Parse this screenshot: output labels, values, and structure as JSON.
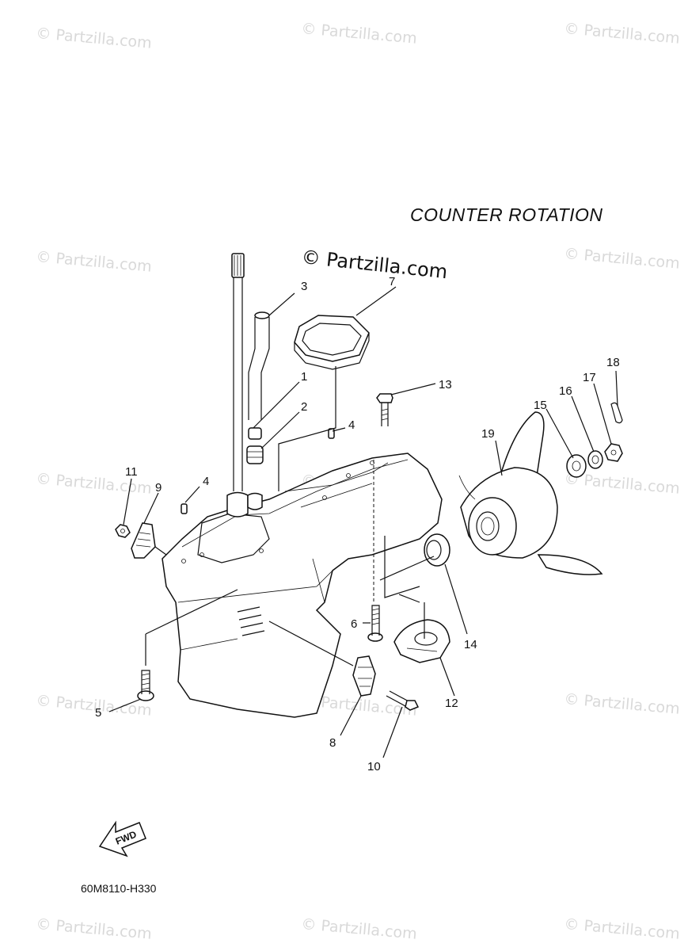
{
  "diagram": {
    "heading": "COUNTER ROTATION",
    "drawing_code": "60M8110-H330",
    "fwd_label": "FWD",
    "watermark": "© Partzilla.com",
    "watermark_center": "© Partzilla.com"
  },
  "callouts": [
    {
      "id": "1",
      "label": "1"
    },
    {
      "id": "2",
      "label": "2"
    },
    {
      "id": "3",
      "label": "3"
    },
    {
      "id": "4a",
      "label": "4"
    },
    {
      "id": "4b",
      "label": "4"
    },
    {
      "id": "5",
      "label": "5"
    },
    {
      "id": "6",
      "label": "6"
    },
    {
      "id": "7",
      "label": "7"
    },
    {
      "id": "8",
      "label": "8"
    },
    {
      "id": "9",
      "label": "9"
    },
    {
      "id": "10",
      "label": "10"
    },
    {
      "id": "11",
      "label": "11"
    },
    {
      "id": "12",
      "label": "12"
    },
    {
      "id": "13",
      "label": "13"
    },
    {
      "id": "14",
      "label": "14"
    },
    {
      "id": "15",
      "label": "15"
    },
    {
      "id": "16",
      "label": "16"
    },
    {
      "id": "17",
      "label": "17"
    },
    {
      "id": "18",
      "label": "18"
    },
    {
      "id": "19",
      "label": "19"
    }
  ]
}
